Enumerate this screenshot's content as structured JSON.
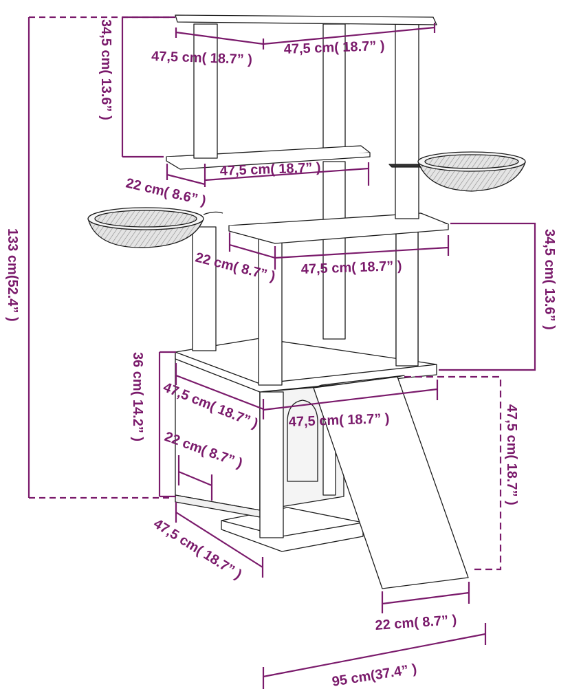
{
  "colors": {
    "dimension": "#7a1a6b",
    "outline": "#1c1c1c",
    "fill": "#ffffff",
    "hammock_fill": "#dcdcdc"
  },
  "labels": {
    "total_height": "133 cm(52.4” )",
    "top_platform_depth": "47,5 cm( 18.7” )",
    "top_platform_width": "47,5 cm( 18.7” )",
    "top_section_height": "34,5 cm( 13.6” )",
    "upper_shelf_width": "47,5 cm( 18.7” )",
    "upper_shelf_depth": "22 cm( 8.6” )",
    "middle_shelf_depth": "22 cm( 8.7” )",
    "middle_shelf_width": "47,5 cm( 18.7” )",
    "middle_section_height": "34,5 cm( 13.6” )",
    "cube_height": "36 cm( 14.2” )",
    "cube_depth": "47,5 cm( 18.7” )",
    "cube_width": "47,5 cm( 18.7” )",
    "cube_entrance": "22 cm( 8.7” )",
    "ramp_height": "47,5 cm( 18.7” )",
    "base_depth": "47,5 cm( 18.7” )",
    "ramp_width": "22 cm( 8.7” )",
    "total_width": "95 cm(37.4” )"
  }
}
